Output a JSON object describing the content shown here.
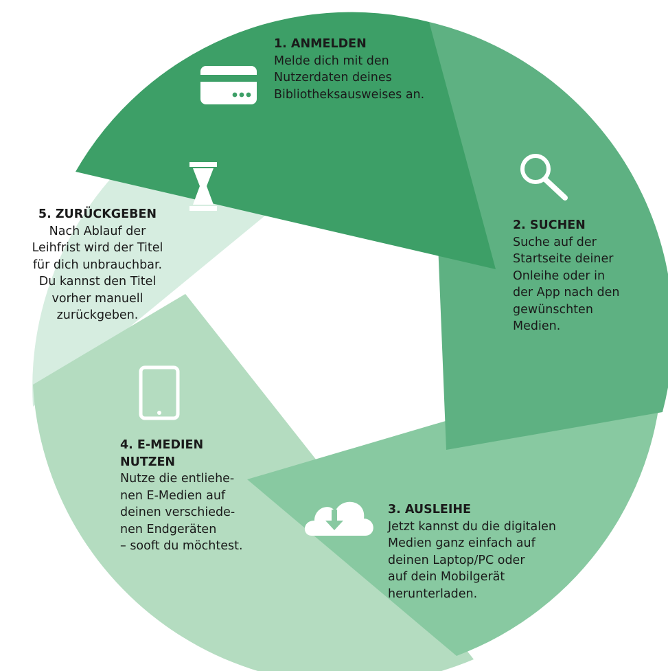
{
  "colors": {
    "segment_1": "#3d9f67",
    "segment_2": "#5eb182",
    "segment_3": "#88c9a1",
    "segment_4": "#b4dcc0",
    "segment_5": "#d6ede0",
    "icon": "#ffffff"
  },
  "steps": [
    {
      "title": "1. ANMELDEN",
      "lines": [
        "Melde dich mit den",
        "Nutzerdaten deines",
        "Bibliotheksausweises an."
      ],
      "icon": "credit-card-icon"
    },
    {
      "title": "2. SUCHEN",
      "lines": [
        "Suche auf der",
        "Startseite deiner",
        "Onleihe oder in",
        "der App nach den",
        "gewünschten",
        "Medien."
      ],
      "icon": "magnifier-icon"
    },
    {
      "title": "3. AUSLEIHE",
      "lines": [
        "Jetzt kannst du die digitalen",
        "Medien ganz einfach auf",
        "deinen Laptop/PC oder",
        "auf dein Mobilgerät",
        "herunterladen."
      ],
      "icon": "cloud-download-icon"
    },
    {
      "title_lines": [
        "4. E-MEDIEN",
        "NUTZEN"
      ],
      "lines": [
        "Nutze die entliehe-",
        "nen E-Medien auf",
        "deinen verschiede-",
        "nen Endgeräten",
        "– sooft du möchtest."
      ],
      "icon": "tablet-icon"
    },
    {
      "title": "5. ZURÜCKGEBEN",
      "lines": [
        "Nach Ablauf der",
        "Leihfrist wird der Titel",
        "für dich unbrauchbar.",
        "Du kannst den Titel",
        "vorher manuell",
        "zurückgeben."
      ],
      "icon": "hourglass-icon"
    }
  ]
}
